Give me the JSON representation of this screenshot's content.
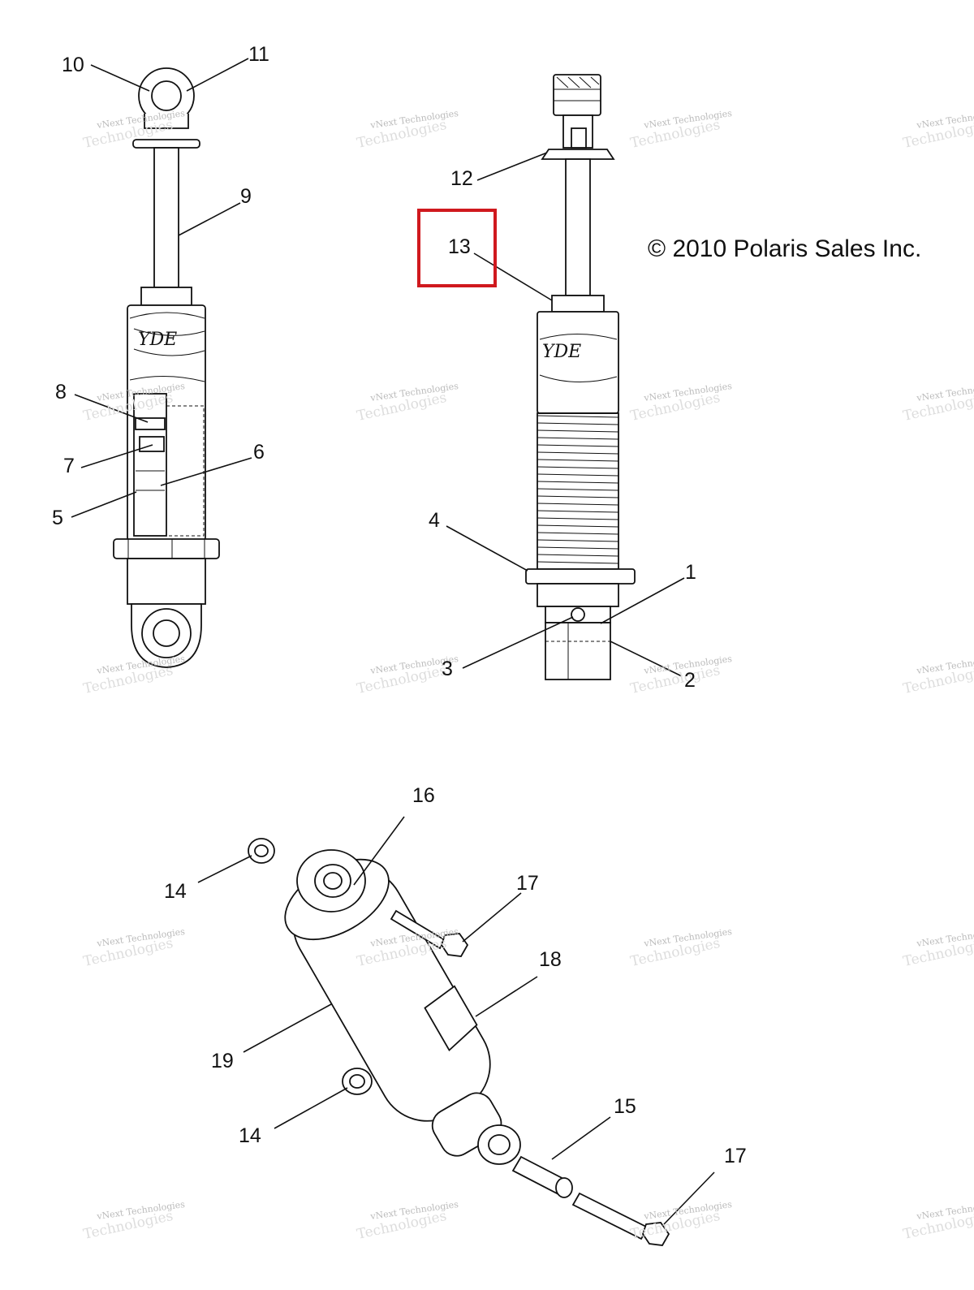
{
  "copyright": "© 2010 Polaris Sales Inc.",
  "highlighted_callout": "13",
  "watermark": {
    "line1": "vNext Technologies",
    "line2": "Technologies"
  },
  "callouts": {
    "c1": "1",
    "c2": "2",
    "c3": "3",
    "c4": "4",
    "c5": "5",
    "c6": "6",
    "c7": "7",
    "c8": "8",
    "c9": "9",
    "c10": "10",
    "c11": "11",
    "c12": "12",
    "c13": "13",
    "c14a": "14",
    "c14b": "14",
    "c15": "15",
    "c16": "16",
    "c17a": "17",
    "c17b": "17",
    "c18": "18",
    "c19": "19"
  },
  "colors": {
    "highlight": "#d0191e",
    "line": "#111111",
    "watermark": "#bbbbbb"
  }
}
